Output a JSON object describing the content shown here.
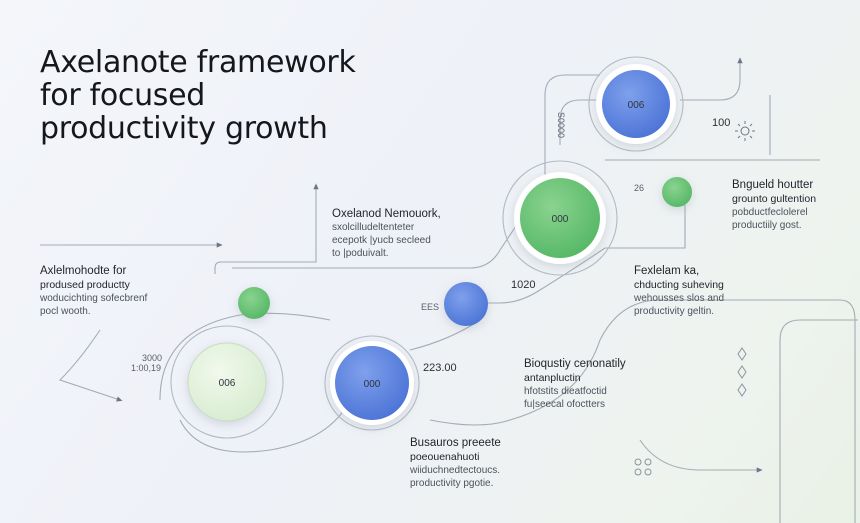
{
  "title": {
    "lines": [
      "Axelanote framework",
      "for focused",
      "productivity growth"
    ]
  },
  "nodes": {
    "top_blue": "006",
    "green_big": "000",
    "blue_mid": "000",
    "green_left": "006"
  },
  "numbers": {
    "top_right": "100",
    "vertical": "S0000",
    "mid": "1020",
    "lower": "223.00",
    "left_top": "3000",
    "left_bottom": "1:00,19",
    "small_right": "26",
    "small_mid": "EES"
  },
  "blocks": {
    "center": {
      "heading": "Oxelanod Nemouork,",
      "lines": [
        "sxolcilludeltenteter",
        "ecepotk |yucb secleed",
        "to |poduivalt."
      ]
    },
    "left": {
      "heading": "Axlelmohodte for",
      "lines": [
        "prodused productty",
        "woducichting sofecbrenf",
        "pocl wooth."
      ]
    },
    "right_top": {
      "heading": "Bngueld houtter",
      "lines": [
        "grounto gultention",
        "pobductfeclolerel",
        "productiily gost."
      ]
    },
    "right_mid": {
      "heading": "Fexlelam ka,",
      "lines": [
        "chducting suheving",
        "wehousses slos and",
        "productivity geltin."
      ]
    },
    "mid_right": {
      "heading": "Bioqustiy cenonatily",
      "lines": [
        "antanpluctin",
        "hfotstits dieatfoctid",
        "fu|seecal ofoctters"
      ]
    },
    "bottom": {
      "heading": "Busauros preeete",
      "lines": [
        "poeouenahuoti",
        "wiiduchnedtectoucs.",
        "productivity pgotie."
      ]
    }
  },
  "colors": {
    "blue_node": "#5b83e0",
    "green_node": "#6cc17a",
    "pale_green_node": "#e2f1dc",
    "line": "#9aa3ad"
  }
}
